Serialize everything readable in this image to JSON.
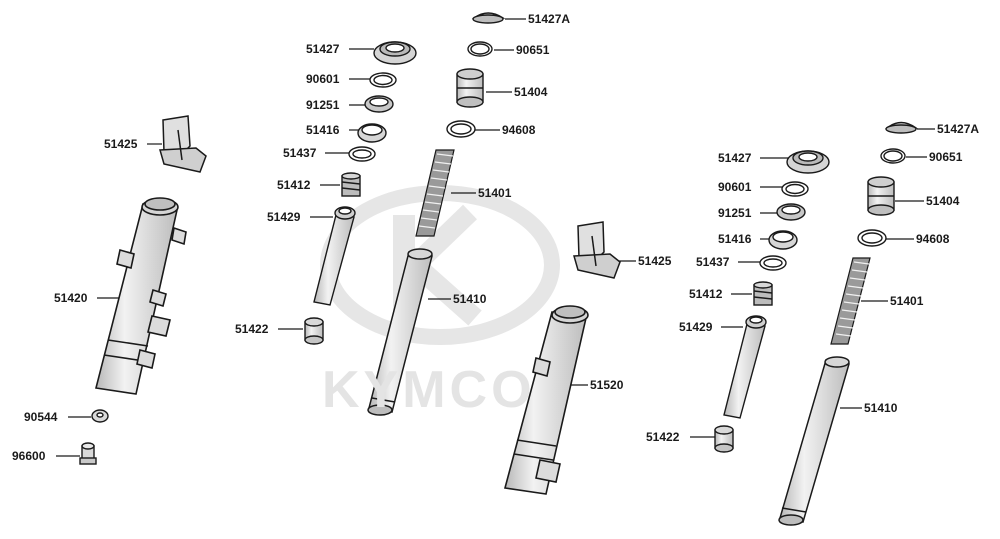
{
  "watermark": {
    "brand": "KYMCO"
  },
  "labels": {
    "l_51427A_a": "51427A",
    "l_51427_a": "51427",
    "l_90651_a": "90651",
    "l_90601_a": "90601",
    "l_51404_a": "51404",
    "l_91251_a": "91251",
    "l_51416_a": "51416",
    "l_94608_a": "94608",
    "l_51425_a": "51425",
    "l_51437_a": "51437",
    "l_51412_a": "51412",
    "l_51401_a": "51401",
    "l_51429_a": "51429",
    "l_51420": "51420",
    "l_51410_a": "51410",
    "l_51422_a": "51422",
    "l_90544": "90544",
    "l_96600": "96600",
    "l_51425_b": "51425",
    "l_51520": "51520",
    "l_51427A_b": "51427A",
    "l_51427_b": "51427",
    "l_90651_b": "90651",
    "l_90601_b": "90601",
    "l_51404_b": "51404",
    "l_91251_b": "91251",
    "l_51416_b": "51416",
    "l_94608_b": "94608",
    "l_51437_b": "51437",
    "l_51412_b": "51412",
    "l_51401_b": "51401",
    "l_51429_b": "51429",
    "l_51410_b": "51410",
    "l_51422_b": "51422"
  },
  "colors": {
    "line": "#1a1a1a",
    "part": "#d9d9d9",
    "watermark": "#e6e6e6"
  }
}
